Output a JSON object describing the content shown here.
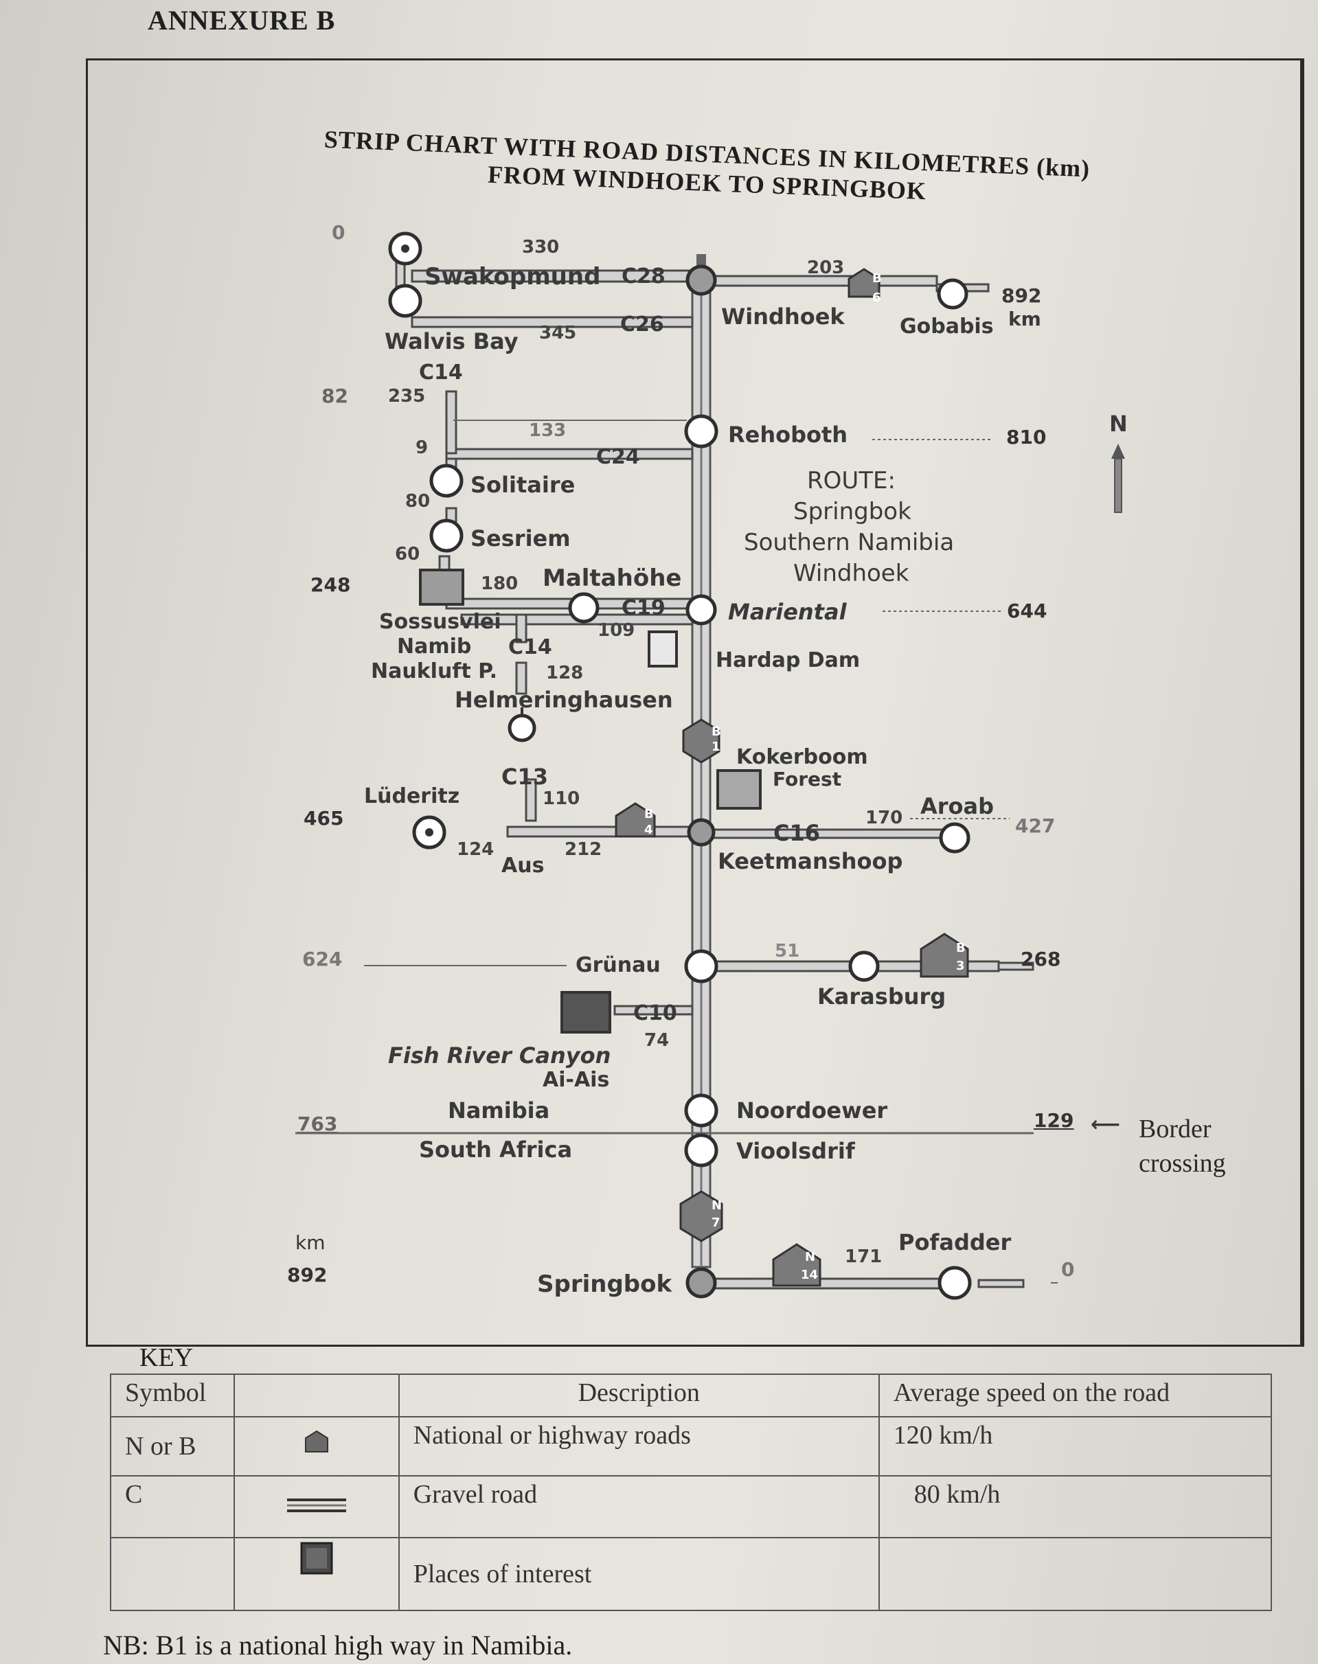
{
  "annex_label": "ANNEXURE B",
  "title_line1": "STRIP CHART WITH ROAD DISTANCES IN KILOMETRES (km)",
  "title_line2": "FROM WINDHOEK TO SPRINGBOK",
  "compass": "N",
  "route": {
    "heading": "ROUTE:",
    "lines": [
      "Springbok",
      "Southern Namibia",
      "Windhoek"
    ]
  },
  "border": {
    "line1": "Border",
    "line2": "crossing",
    "north_side": "Namibia",
    "south_side": "South Africa"
  },
  "km_axis": {
    "unit": "km",
    "total": "892"
  },
  "towns": {
    "swakopmund": "Swakopmund",
    "walvis_bay": "Walvis Bay",
    "windhoek": "Windhoek",
    "gobabis": "Gobabis",
    "rehoboth": "Rehoboth",
    "solitaire": "Solitaire",
    "sesriem": "Sesriem",
    "maltahohe": "Maltahöhe",
    "mariental": "Mariental",
    "sossusvlei": "Sossusvlei",
    "namib": "Namib",
    "naukluft": "Naukluft P.",
    "hardap": "Hardap Dam",
    "helmeringhausen": "Helmeringhausen",
    "kokerboom1": "Kokerboom",
    "kokerboom2": "Forest",
    "luderitz": "Lüderitz",
    "aus": "Aus",
    "keetmanshoop": "Keetmanshoop",
    "aroab": "Aroab",
    "grunau": "Grünau",
    "karasburg": "Karasburg",
    "fish_river1": "Fish River Canyon",
    "fish_river2": "Ai-Ais",
    "noordoewer": "Noordoewer",
    "vioolsdrif": "Vioolsdrif",
    "springbok": "Springbok",
    "pofadder": "Pofadder",
    "gobabis_km": "892",
    "gobabis_unit": "km"
  },
  "roads": {
    "c28": "C28",
    "c26": "C26",
    "c14a": "C14",
    "c24": "C24",
    "c19": "C19",
    "c14b": "C14",
    "c13": "C13",
    "c16": "C16",
    "c10": "C10",
    "b_windhoek": "B",
    "b_windhoek_num": "6",
    "b_mariental": "B",
    "b_mariental_num": "1",
    "b_aus": "B",
    "b_aus_num": "4",
    "b_karasburg": "B",
    "b_karasburg_num": "3",
    "n_vioolsdrif": "N",
    "n_vioolsdrif_num": "7",
    "n_springbok": "N",
    "n_springbok_num": "14"
  },
  "distances": {
    "d330": "330",
    "d203": "203",
    "d345": "345",
    "d235": "235",
    "d133": "133",
    "d9": "9",
    "d80": "80",
    "d60": "60",
    "d180": "180",
    "d109": "109",
    "d128": "128",
    "d110": "110",
    "d124": "124",
    "d212": "212",
    "d170": "170",
    "d51": "51",
    "d74": "74",
    "d171": "171"
  },
  "left_ticks": {
    "t0": "0",
    "t82": "82",
    "t248": "248",
    "t465": "465",
    "t624": "624",
    "t763": "763"
  },
  "right_ticks": {
    "t810": "810",
    "t644": "644",
    "t427": "427",
    "t268": "268",
    "t129": "129",
    "t0": "0"
  },
  "key": {
    "title": "KEY",
    "headers": {
      "symbol": "Symbol",
      "description": "Description",
      "speed": "Average speed on the road"
    },
    "rows": [
      {
        "symbol": "N or B",
        "icon": "shield-icon",
        "description": "National or highway roads",
        "speed": "120 km/h"
      },
      {
        "symbol": "C",
        "icon": "double-line-icon",
        "description": "Gravel road",
        "speed": "80 km/h"
      },
      {
        "symbol": "",
        "icon": "place-square-icon",
        "description": "Places of interest",
        "speed": ""
      }
    ]
  },
  "note": "NB: B1 is a national high way in Namibia."
}
